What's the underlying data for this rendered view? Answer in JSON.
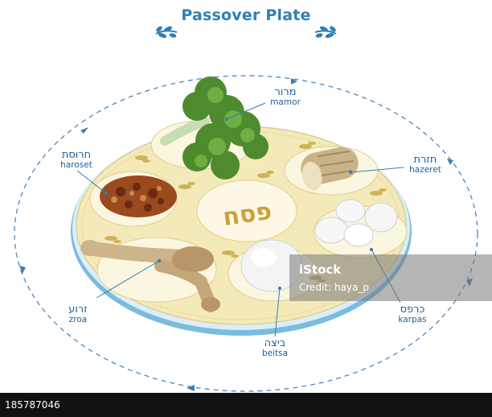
{
  "title": "Passover Plate",
  "center_text": "פסח",
  "items": [
    {
      "key": "maror",
      "hebrew": "מרור",
      "english": "mamor"
    },
    {
      "key": "haroset",
      "hebrew": "חרוסת",
      "english": "haroset"
    },
    {
      "key": "hazeret",
      "hebrew": "חזרת",
      "english": "hazeret"
    },
    {
      "key": "zroa",
      "hebrew": "זרוע",
      "english": "zroa"
    },
    {
      "key": "karpas",
      "hebrew": "כרפס",
      "english": "karpas"
    },
    {
      "key": "beitsa",
      "hebrew": "ביצה",
      "english": "beitsa"
    }
  ],
  "watermark": {
    "line1": "iStock",
    "line2": "Credit: haya_p"
  },
  "stock_id": "185787046",
  "colors": {
    "title": "#2f7fb6",
    "label": "#1f5f95",
    "plate_rim": "#5aa9d6",
    "plate_face": "#f4e9b8",
    "plate_motif": "#c8a94a",
    "pesach_text": "#c9a23a",
    "arrows": "#3d7fb8"
  }
}
